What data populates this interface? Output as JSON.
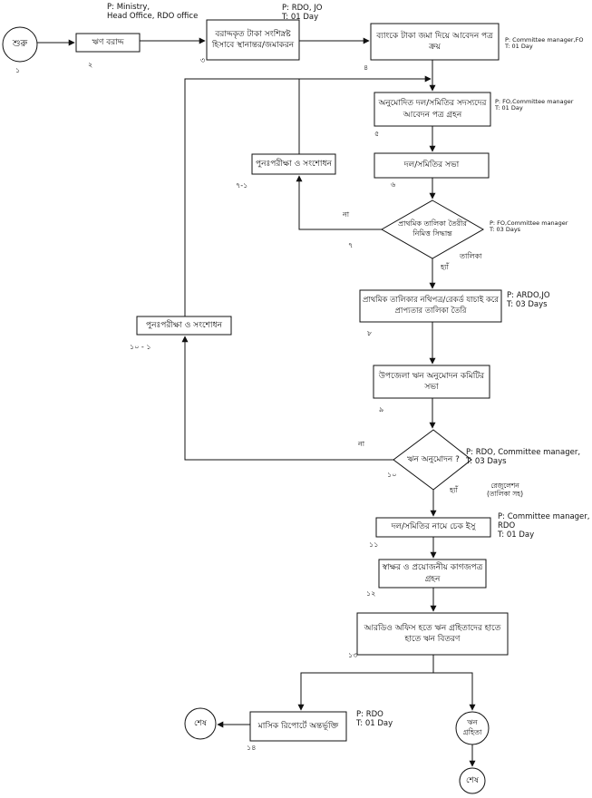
{
  "nodes": {
    "n1": {
      "label": "শুরু",
      "num": "১"
    },
    "n2": {
      "label": "ঋণ বরাদ্দ",
      "num": "২"
    },
    "n3": {
      "label": "বরাদ্দকৃত টাকা সংশিস্নষ্ট\nহিসাবে স্থানান্তর/জমাকরন",
      "num": "৩"
    },
    "n4": {
      "label": "ব্যাংকে টাকা জমা দিয়ে আবেদন পত্র\nক্রয়",
      "num": "৪"
    },
    "n5": {
      "label": "অনুমোদিত দল/সমিতির সদস্যদের\nআবেদন পত্র গ্রহন",
      "num": "৫"
    },
    "n6": {
      "label": "দল/সমিতির সভা",
      "num": "৬"
    },
    "n6_1": {
      "label": "পুনঃপরীক্ষা ও সংশোধন",
      "num": "৭-১"
    },
    "n7": {
      "label": "প্রাথমিক তালিকা তৈরীর\nনিমিত্ত সিদ্ধান্ত",
      "num": "৭"
    },
    "n8": {
      "label": "প্রাথমিক তালিকার নথিপত্র/রেকর্ড যাচাই করে\nপ্রাপ্যতার তালিকা তৈরি",
      "num": "৮"
    },
    "n9": {
      "label": "উপজেলা ঋন অনুমোদন কমিটির সভা",
      "num": "৯"
    },
    "n10_1": {
      "label": "পুনঃপরীক্ষা ও সংশোধন",
      "num": "১০ - ১"
    },
    "n10": {
      "label": "ঋন অনুমোদন ?",
      "num": "১০"
    },
    "n11": {
      "label": "দল/সমিতির নামে চেক ইসু",
      "num": "১১"
    },
    "n12": {
      "label": "স্বাক্ষর ও প্রয়োজনীয় কাগজপত্র\nগ্রহন",
      "num": "১২"
    },
    "n13": {
      "label": "আরডিও অফিস হতে ঋন  গ্রহিতাদের হাতে\nহাতে ঋন  বিতরণ",
      "num": "১৩"
    },
    "n14": {
      "label": "মাসিক রিপোর্টে অন্তর্ভূক্তি",
      "num": "১৪"
    },
    "end1": {
      "label": "শেষ"
    },
    "borrower": {
      "label": "ঋন\nগ্রহিতা"
    },
    "end2": {
      "label": "শেষ"
    }
  },
  "responsibilities": {
    "r2": "P:  Ministry,\n     Head Office, RDO office",
    "r3": "P:  RDO, JO\nT:  01 Day",
    "r4": "P:  Committee manager,FO\nT:  01 Day",
    "r5": "P:  FO,Committee manager\nT:  01 Day",
    "r7": "P: FO,Committee manager\nT:  03 Days",
    "r8": "P: ARDO,JO\nT:  03 Days",
    "r10": "P: RDO, Committee manager,\nT:  03 Days",
    "r11": "P: Committee manager,\nRDO\nT:  01 Day",
    "r14": "P: RDO\nT:  01 Day"
  },
  "edge_labels": {
    "no7": "না",
    "yes7": "হ্যাঁ",
    "list7": "তালিকা",
    "no10": "না",
    "yes10": "হ্যাঁ",
    "reg10": "রেজুলেশন\n(তালিকা সহ)"
  }
}
